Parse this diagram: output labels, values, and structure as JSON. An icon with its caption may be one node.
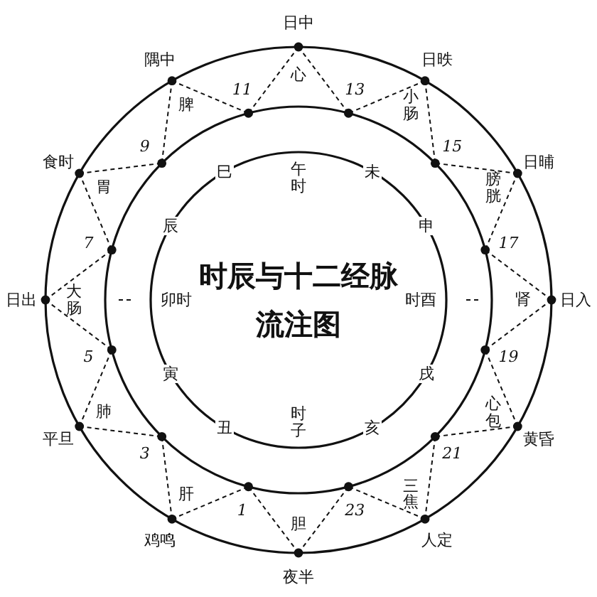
{
  "diagram": {
    "title": "时辰与十二经脉流注图",
    "labels": [
      "日中",
      "日昳",
      "日晡",
      "日入",
      "黄昏",
      "人定",
      "夜半",
      "鸡鸣",
      "平旦",
      "日出",
      "食时",
      "隅中",
      "心",
      "小肠",
      "膀胱",
      "肾",
      "心包",
      "三焦",
      "胆",
      "肝",
      "肺",
      "大肠",
      "胃",
      "脾",
      "13",
      "15",
      "17",
      "19",
      "21",
      "23",
      "1",
      "3",
      "5",
      "7",
      "9",
      "11",
      "午时",
      "未",
      "申",
      "时酉",
      "戌",
      "亥",
      "时子",
      "丑",
      "寅",
      "卯时",
      "辰",
      "巳"
    ]
  }
}
